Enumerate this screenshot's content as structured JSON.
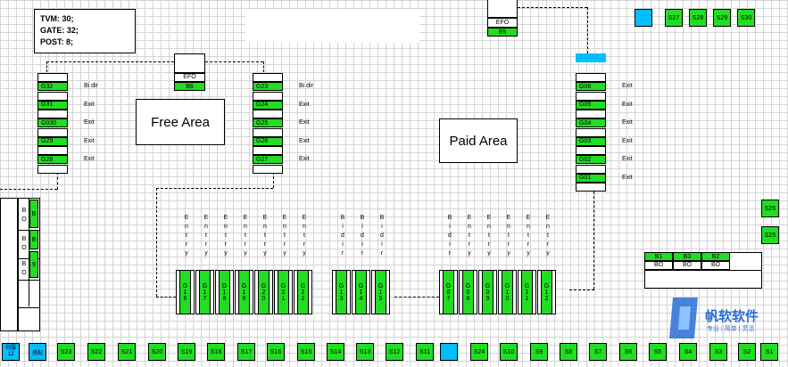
{
  "stats": {
    "tvm": "TVM: 30;",
    "gate": "GATE: 32;",
    "post": "POST: 8;"
  },
  "areas": {
    "free": "Free Area",
    "paid": "Paid Area"
  },
  "efo_top": {
    "label": "EFO",
    "code": "B5"
  },
  "efo_mid": {
    "label": "EFO",
    "code": "B6"
  },
  "gate_col1": [
    {
      "code": "G32",
      "dir": "Bi dir"
    },
    {
      "code": "G31",
      "dir": "Exit"
    },
    {
      "code": "G030",
      "dir": "Exit"
    },
    {
      "code": "G29",
      "dir": "Exit"
    },
    {
      "code": "G28",
      "dir": "Exit"
    }
  ],
  "gate_col2": [
    {
      "code": "G23",
      "dir": "Bi dir"
    },
    {
      "code": "G24",
      "dir": "Exit"
    },
    {
      "code": "G25",
      "dir": "Exit"
    },
    {
      "code": "G26",
      "dir": "Exit"
    },
    {
      "code": "G27",
      "dir": "Exit"
    }
  ],
  "gate_col3": [
    {
      "code": "G06",
      "dir": "Exit"
    },
    {
      "code": "G05",
      "dir": "Exit"
    },
    {
      "code": "G04",
      "dir": "Exit"
    },
    {
      "code": "G03",
      "dir": "Exit"
    },
    {
      "code": "G02",
      "dir": "Exit"
    },
    {
      "code": "G01",
      "dir": "Exit"
    }
  ],
  "bottom_gates": [
    {
      "code": "G16",
      "dir": "Entry"
    },
    {
      "code": "G17",
      "dir": "Entry"
    },
    {
      "code": "G18",
      "dir": "Entry"
    },
    {
      "code": "G19",
      "dir": "Entry"
    },
    {
      "code": "G20",
      "dir": "Entry"
    },
    {
      "code": "G21",
      "dir": "Entry"
    },
    {
      "code": "G22",
      "dir": "Entry"
    },
    {
      "code": "G13",
      "dir": "Bi dir"
    },
    {
      "code": "G14",
      "dir": "Bi dir"
    },
    {
      "code": "G15",
      "dir": "Bi dir"
    },
    {
      "code": "G07",
      "dir": "Bi dir"
    },
    {
      "code": "G08",
      "dir": "Entry"
    },
    {
      "code": "G09",
      "dir": "Entry"
    },
    {
      "code": "G10",
      "dir": "Entry"
    },
    {
      "code": "G11",
      "dir": "Entry"
    },
    {
      "code": "G12",
      "dir": "Entry"
    }
  ],
  "top_tvms": [
    "S27",
    "S28",
    "S29",
    "S30"
  ],
  "right_tvms": [
    "S26",
    "S25"
  ],
  "bottom_tvms": [
    "S23",
    "S22",
    "S21",
    "S20",
    "S19",
    "S18",
    "S17",
    "S16",
    "S15",
    "S14",
    "S13",
    "S12",
    "S11",
    "S24",
    "S10",
    "S9",
    "S8",
    "S7",
    "S6",
    "S5",
    "S4",
    "S3",
    "S2",
    "S1"
  ],
  "bo_table": {
    "top": [
      "B1",
      "B3",
      "B2"
    ],
    "bottom": [
      "BO",
      "BO",
      "BO"
    ]
  },
  "left_panel": {
    "bo": [
      "BO",
      "BO",
      "BO"
    ],
    "codes": [
      "B",
      "B",
      "9"
    ]
  },
  "corner_labels": {
    "left1": "何服\n12",
    "left2": "搭配"
  },
  "watermark": {
    "title": "帆软软件",
    "sub": "专业 | 简单 | 灵活"
  },
  "colors": {
    "green": "#22dd22",
    "cyan": "#00bfff"
  }
}
